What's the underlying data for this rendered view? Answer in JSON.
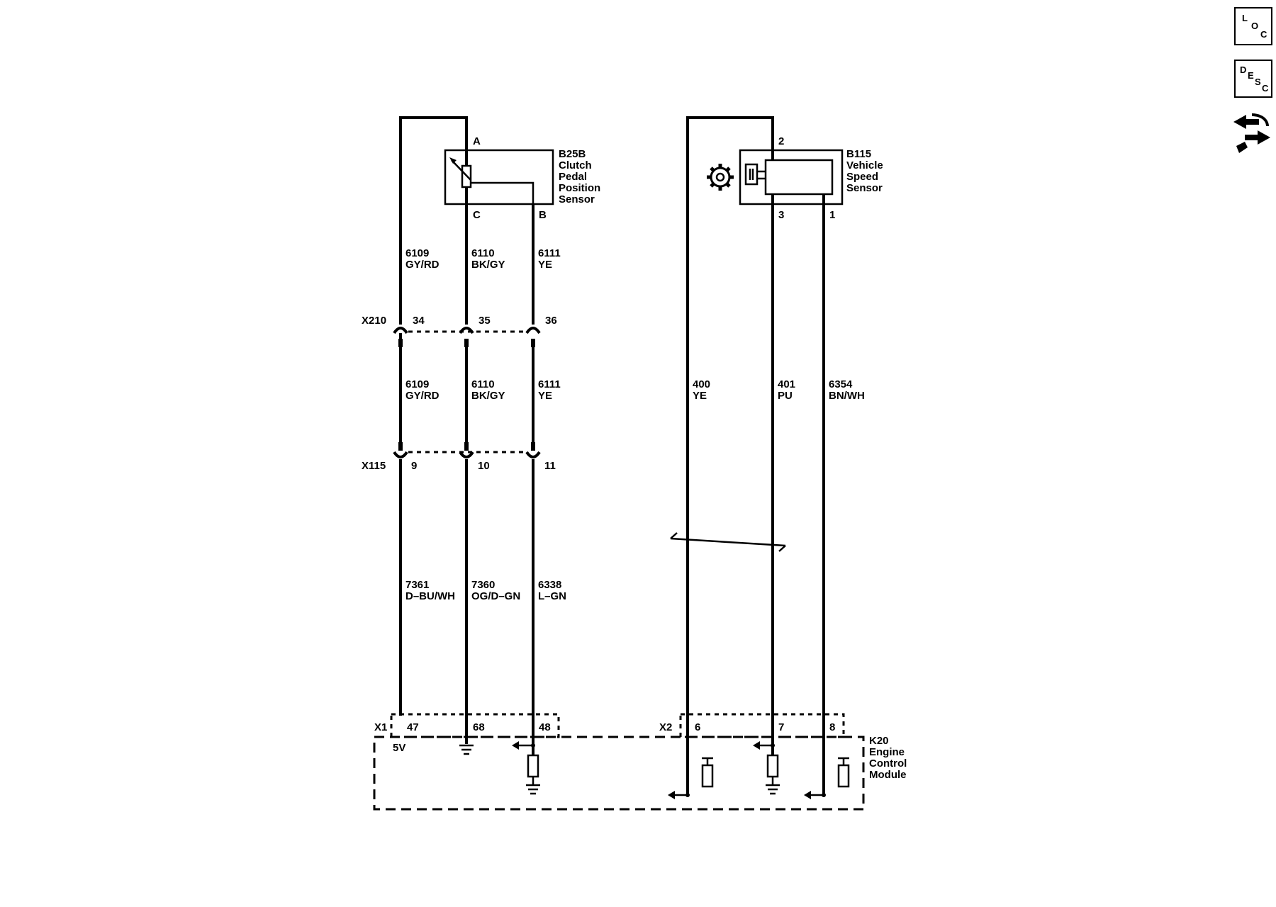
{
  "clutch_sensor": {
    "name": [
      "B25B",
      "Clutch",
      "Pedal",
      "Position",
      "Sensor"
    ],
    "pin_a": "A",
    "pin_c": "C",
    "pin_b": "B"
  },
  "speed_sensor": {
    "name": [
      "B115",
      "Vehicle",
      "Speed",
      "Sensor"
    ],
    "pin_2": "2",
    "pin_3": "3",
    "pin_1": "1"
  },
  "wires": {
    "w1_upper": {
      "circuit": "6109",
      "color": "GY/RD"
    },
    "w2_upper": {
      "circuit": "6110",
      "color": "BK/GY"
    },
    "w3_upper": {
      "circuit": "6111",
      "color": "YE"
    },
    "w1_mid": {
      "circuit": "6109",
      "color": "GY/RD"
    },
    "w2_mid": {
      "circuit": "6110",
      "color": "BK/GY"
    },
    "w3_mid": {
      "circuit": "6111",
      "color": "YE"
    },
    "w1_lower": {
      "circuit": "7361",
      "color": "D–BU/WH"
    },
    "w2_lower": {
      "circuit": "7360",
      "color": "OG/D–GN"
    },
    "w3_lower": {
      "circuit": "6338",
      "color": "L–GN"
    },
    "w4": {
      "circuit": "400",
      "color": "YE"
    },
    "w5": {
      "circuit": "401",
      "color": "PU"
    },
    "w6": {
      "circuit": "6354",
      "color": "BN/WH"
    }
  },
  "connectors": {
    "x210": {
      "name": "X210",
      "pins": [
        "34",
        "35",
        "36"
      ]
    },
    "x115": {
      "name": "X115",
      "pins": [
        "9",
        "10",
        "11"
      ]
    },
    "x1": {
      "name": "X1",
      "pins": [
        "47",
        "68",
        "48"
      ]
    },
    "x2": {
      "name": "X2",
      "pins": [
        "6",
        "7",
        "8"
      ]
    }
  },
  "ecm": {
    "name": [
      "K20",
      "Engine",
      "Control",
      "Module"
    ],
    "voltage": "5V"
  },
  "side_icons": {
    "loc": [
      "L",
      "O",
      "C"
    ],
    "desc": [
      "D",
      "E",
      "S",
      "C"
    ],
    "icon_third": "connector-tool-icon"
  }
}
